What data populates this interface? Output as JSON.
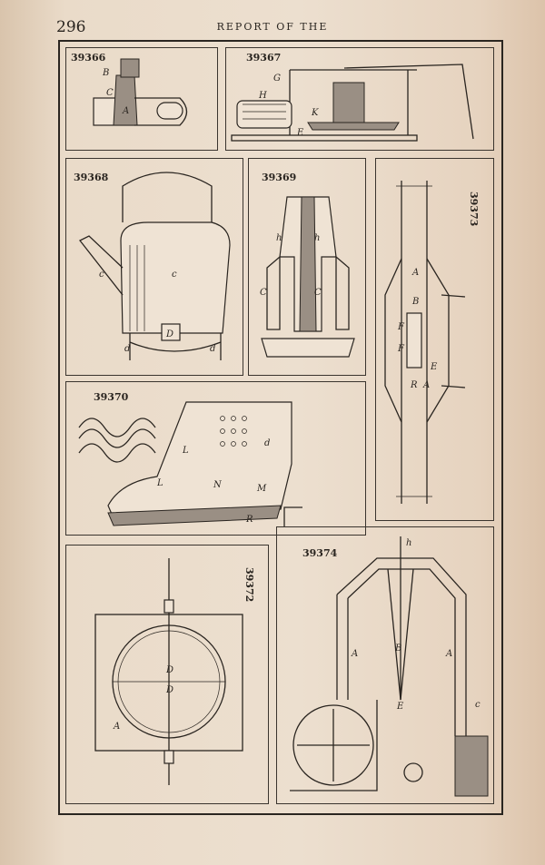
{
  "page": {
    "number": "296",
    "header": "REPORT OF THE"
  },
  "figures": [
    {
      "id": "39366",
      "labels": [
        "B",
        "C",
        "A"
      ]
    },
    {
      "id": "39367",
      "labels": [
        "G",
        "H",
        "K",
        "E"
      ]
    },
    {
      "id": "39368",
      "labels": [
        "c",
        "c",
        "D",
        "d",
        "d"
      ]
    },
    {
      "id": "39369",
      "labels": [
        "h",
        "h",
        "C",
        "C"
      ]
    },
    {
      "id": "39373",
      "labels": [
        "A",
        "B",
        "F",
        "F",
        "R",
        "A",
        "E"
      ]
    },
    {
      "id": "39370",
      "labels": [
        "d",
        "L",
        "L",
        "N",
        "M",
        "R"
      ]
    },
    {
      "id": "39372",
      "labels": [
        "D",
        "D",
        "A"
      ]
    },
    {
      "id": "39374",
      "labels": [
        "h",
        "B",
        "A",
        "A",
        "E",
        "c"
      ]
    }
  ]
}
